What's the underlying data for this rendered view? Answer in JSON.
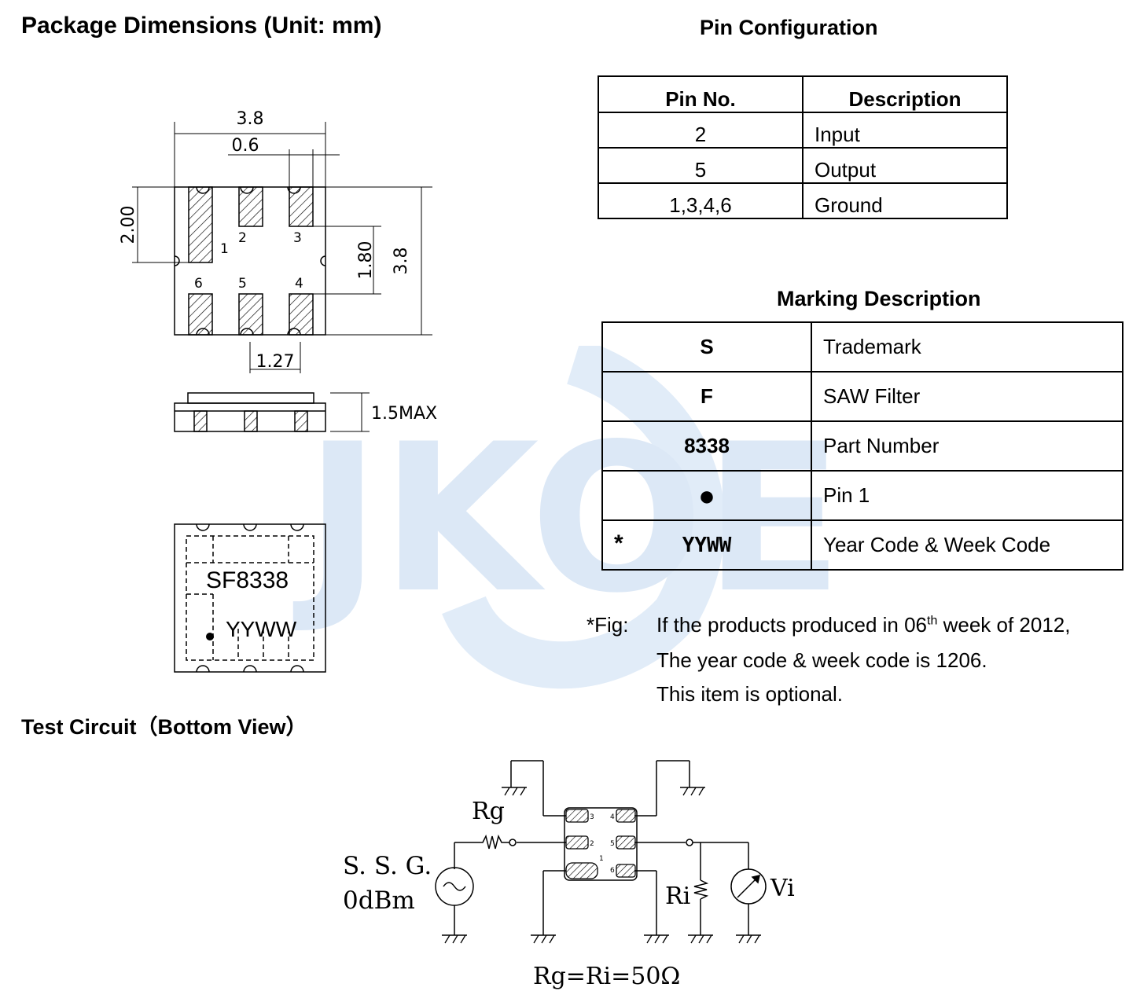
{
  "headings": {
    "package": "Package Dimensions (Unit: mm)",
    "pin_config": "Pin Configuration",
    "marking": "Marking Description",
    "test_circuit": "Test Circuit（Bottom View）"
  },
  "dimensions": {
    "width": "3.8",
    "pad_width": "0.6",
    "height": "3.8",
    "pad_height": "2.00",
    "pad_gap": "1.80",
    "pitch": "1.27",
    "max_height": "1.5MAX",
    "pin_labels": [
      "1",
      "2",
      "3",
      "4",
      "5",
      "6"
    ]
  },
  "pin_table": {
    "headers": [
      "Pin No.",
      "Description"
    ],
    "rows": [
      {
        "pin": "2",
        "desc": "Input"
      },
      {
        "pin": "5",
        "desc": "Output"
      },
      {
        "pin": "1,3,4,6",
        "desc": "Ground"
      }
    ]
  },
  "marking_table": {
    "rows": [
      {
        "mark": "S",
        "desc": "Trademark"
      },
      {
        "mark": "F",
        "desc": "SAW Filter"
      },
      {
        "mark": "8338",
        "desc": "Part Number"
      },
      {
        "mark": "●",
        "desc": "Pin 1"
      },
      {
        "mark": "YYWW",
        "prefix": "*",
        "desc": "Year Code & Week Code"
      }
    ]
  },
  "marking_view": {
    "line1": "SF8338",
    "line2": "YYWW"
  },
  "footnote": {
    "prefix": "*Fig:",
    "line1_a": "If the products produced in 06",
    "line1_sup": "th",
    "line1_b": " week of 2012,",
    "line2": "The year code & week code is 1206.",
    "line3": "This item is optional."
  },
  "circuit": {
    "rg": "Rg",
    "ssg": "S. S. G.",
    "level": "0dBm",
    "ri": "Ri",
    "vi": "Vi",
    "formula": "Rg=Ri=50Ω",
    "pin_numbers": [
      "3",
      "4",
      "2",
      "5",
      "1",
      "6"
    ]
  },
  "watermark": {
    "text": "JKOE",
    "color": "#dce8f6"
  }
}
